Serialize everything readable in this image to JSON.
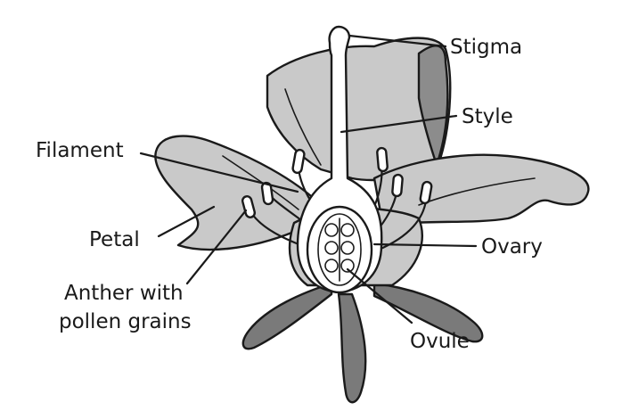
{
  "labels": {
    "stigma": "Stigma",
    "style": "Style",
    "filament": "Filament",
    "petal": "Petal",
    "anther_line1": "Anther with",
    "anther_line2": "pollen grains",
    "ovary": "Ovary",
    "ovule": "Ovule"
  },
  "colors": {
    "petal": "#c9c9c9",
    "petal_dark": "#8c8c8c",
    "sepal": "#7a7a7a",
    "outline": "#1a1a1a",
    "pistil": "#ffffff"
  }
}
